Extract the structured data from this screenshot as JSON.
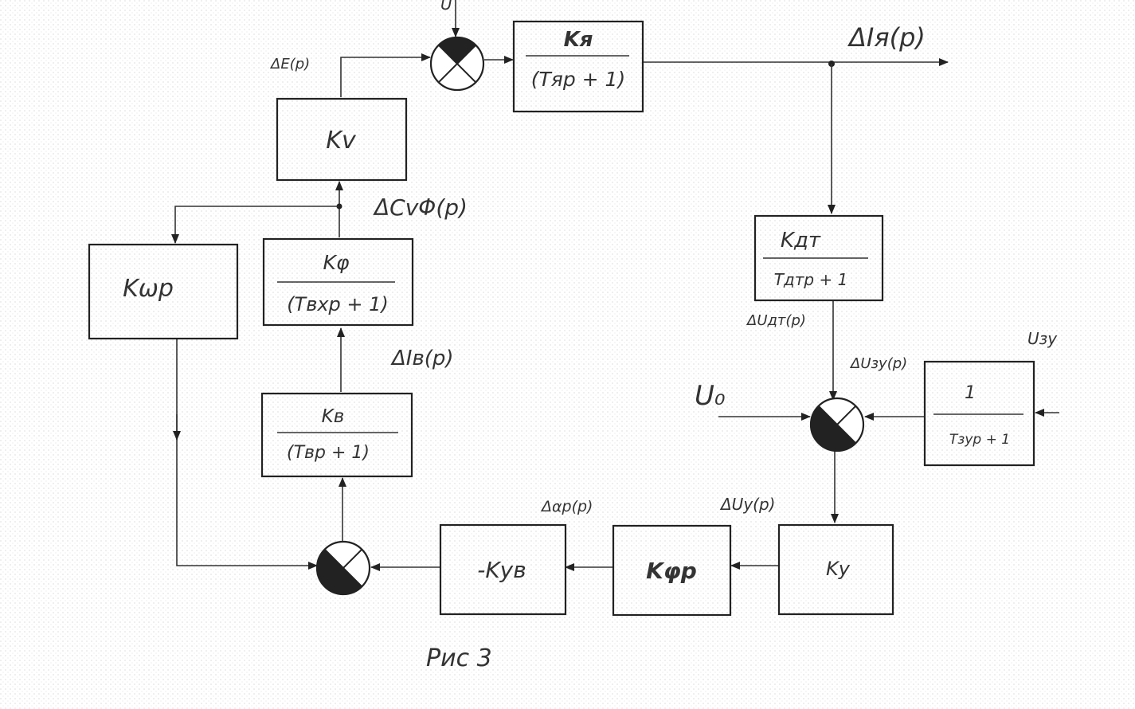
{
  "blocks": {
    "armature": {
      "num": "Kя",
      "den": "(Tяp + 1)"
    },
    "k_v": {
      "label": "Kv"
    },
    "k_omega_p": {
      "label": "Kωp"
    },
    "k_phi": {
      "num": "Kφ",
      "den": "(Tвхp + 1)"
    },
    "k_v_exc": {
      "num": "Kв",
      "den": "(Tвp + 1)"
    },
    "k_dt": {
      "num": "Kдт",
      "den": "Tдтp + 1"
    },
    "set_filter": {
      "num": "1",
      "den": "Tзуp + 1"
    },
    "k_u": {
      "label": "Kу"
    },
    "k_phi_r": {
      "label": "Kφр"
    },
    "k_uv": {
      "label": "-Kув"
    }
  },
  "signals": {
    "delta_e": "ΔE(p)",
    "delta_i_ya": "ΔIя(p)",
    "delta_cv_phi": "ΔCvΦ(p)",
    "delta_i_v": "ΔIв(p)",
    "delta_u_dt": "ΔUдт(p)",
    "delta_u_zu": "ΔUзу(p)",
    "u_zu": "Uзу",
    "u0": "U₀",
    "delta_u_u": "ΔUу(p)",
    "delta_alpha_r": "Δαр(p)",
    "top_input": "U"
  },
  "caption": "Рис 3"
}
